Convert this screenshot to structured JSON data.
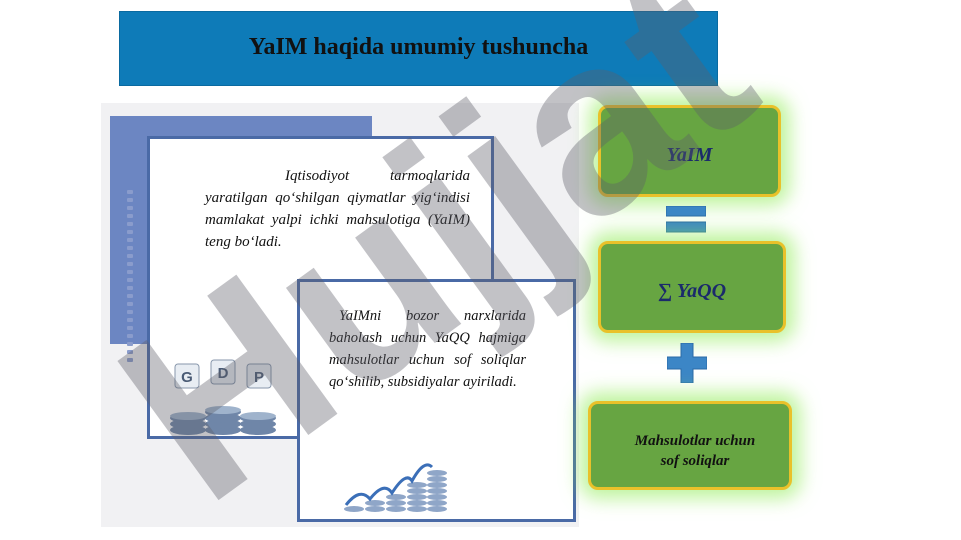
{
  "title": "YaIM haqida umumiy tushuncha",
  "card1": {
    "text": "Iqtisodiyot tarmoqlarida yaratilgan qo‘shilgan qiymatlar yig‘indisi mamlakat yalpi ichki mahsulotiga (YaIM) teng bo‘ladi."
  },
  "card2": {
    "text": "YaIMni bozor narxlarida baholash uchun YaQQ hajmiga mahsulotlar uchun sof soliqlar qo‘shilib, subsidiyalar ayiriladi."
  },
  "formula": {
    "box1": "YaIM",
    "box2": "∑ YaQQ",
    "box3_line1": "Mahsulotlar uchun",
    "box3_line2": "sof soliqlar"
  },
  "gdp_image": {
    "letters": [
      "G",
      "D",
      "P"
    ]
  },
  "watermark": {
    "text": "Hujjat"
  },
  "colors": {
    "title_bar": "#0e7bb8",
    "card_border": "#4a6aa6",
    "box_fill": "#67a542",
    "box_border": "#e9c12a",
    "operator": "#3c86c6"
  }
}
